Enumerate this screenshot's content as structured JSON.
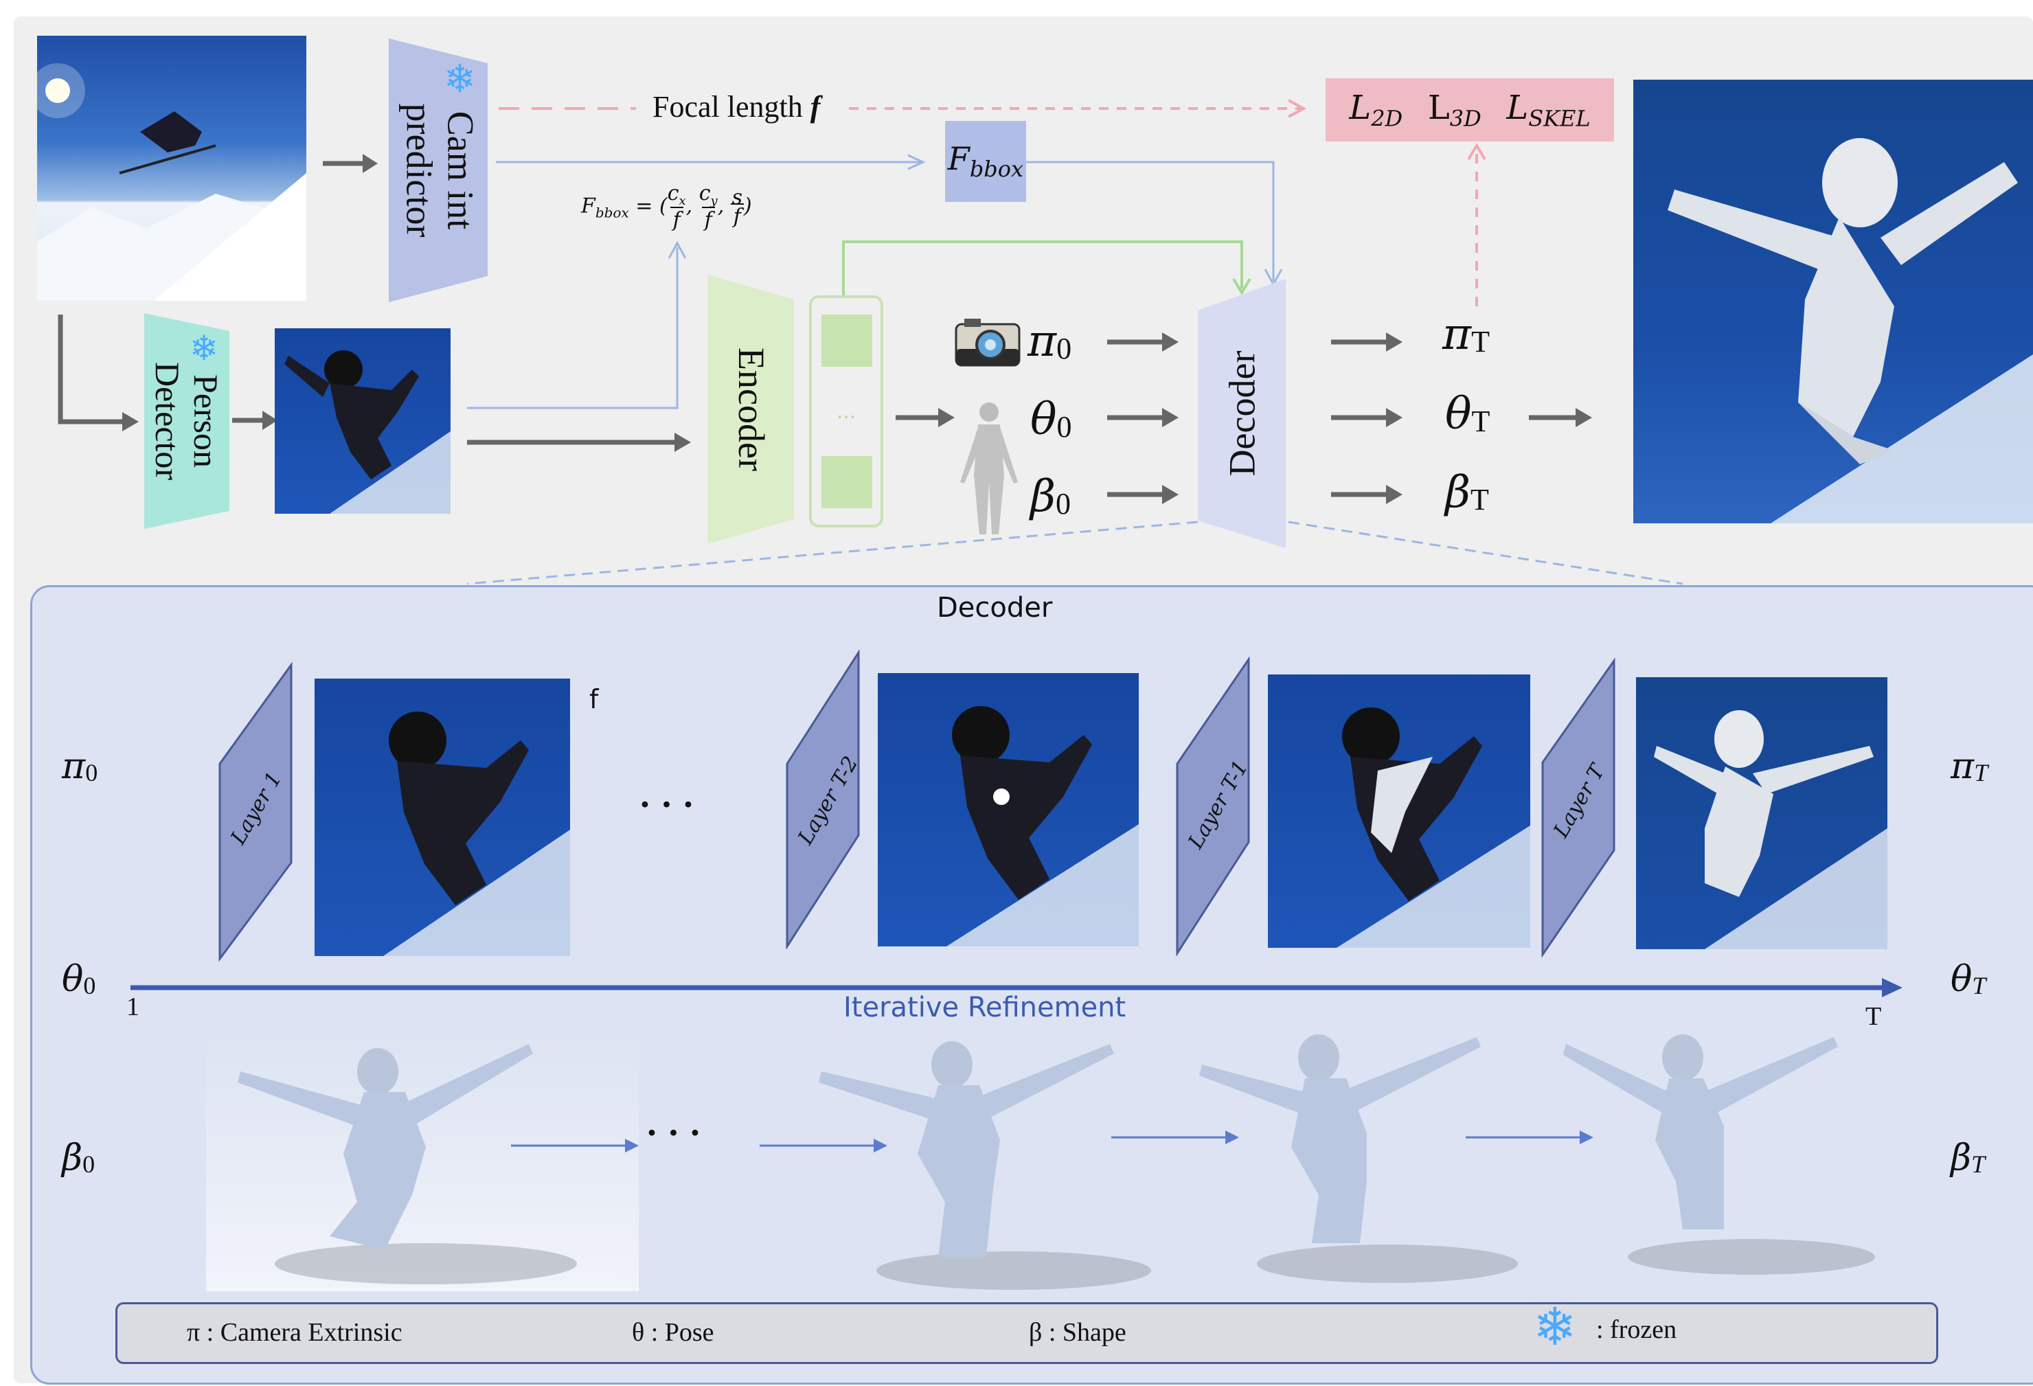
{
  "top": {
    "cam_int": "Cam int\npredictor",
    "person_detector": "Person\nDetector",
    "focal_length_label": "Focal length",
    "focal_symbol": "f",
    "fbbox_box": "F",
    "fbbox_sub": "bbox",
    "fbbox_formula": "F",
    "encoder": "Encoder",
    "decoder": "Decoder",
    "dots": "...",
    "loss": {
      "l2d": "L",
      "l2d_sub": "2D",
      "l3d": "L",
      "l3d_sub": "3D",
      "lskel": "L",
      "lskel_sub": "SKEL"
    },
    "inputs": [
      {
        "sym": "π",
        "sub": "0"
      },
      {
        "sym": "θ",
        "sub": "0"
      },
      {
        "sym": "β",
        "sub": "0"
      }
    ],
    "outputs": [
      {
        "sym": "π",
        "sub": "T"
      },
      {
        "sym": "θ",
        "sub": "T"
      },
      {
        "sym": "β",
        "sub": "T"
      }
    ]
  },
  "decoder_panel": {
    "title": "Decoder",
    "layers": [
      "Layer 1",
      "Layer T-2",
      "Layer T-1",
      "Layer T"
    ],
    "f_label": "f",
    "ellipsis": "· · ·",
    "left_labels": [
      {
        "sym": "π",
        "sub": "0"
      },
      {
        "sym": "θ",
        "sub": "0"
      },
      {
        "sym": "β",
        "sub": "0"
      }
    ],
    "right_labels": [
      {
        "sym": "π",
        "sub": "T"
      },
      {
        "sym": "θ",
        "sub": "T"
      },
      {
        "sym": "β",
        "sub": "T"
      }
    ],
    "axis_start": "1",
    "axis_end": "T",
    "axis_label": "Iterative Refinement"
  },
  "legend": {
    "pi": "π : Camera Extrinsic",
    "theta": "θ : Pose",
    "beta": "β : Shape",
    "frozen": ": frozen"
  },
  "colors": {
    "background": "#efefef",
    "cam_int_fill": "#b7c2e6",
    "person_detector_fill": "#a9e6dc",
    "encoder_fill": "#dcedc9",
    "decoder_fill": "#d8dcf2",
    "fbbox_fill": "#b0bde6",
    "loss_fill": "#f0bcc3",
    "decoder_panel_fill": "#dde3f2",
    "decoder_panel_border": "#8ea4d6",
    "arrow_gray": "#666666",
    "arrow_blue": "#9db6e4",
    "arrow_pink": "#f2a7b0",
    "arrow_green": "#a8d896",
    "axis_blue": "#3b5bb0",
    "layer_fill": "#8d9acb",
    "sky_blue": "#1b4fa8"
  }
}
